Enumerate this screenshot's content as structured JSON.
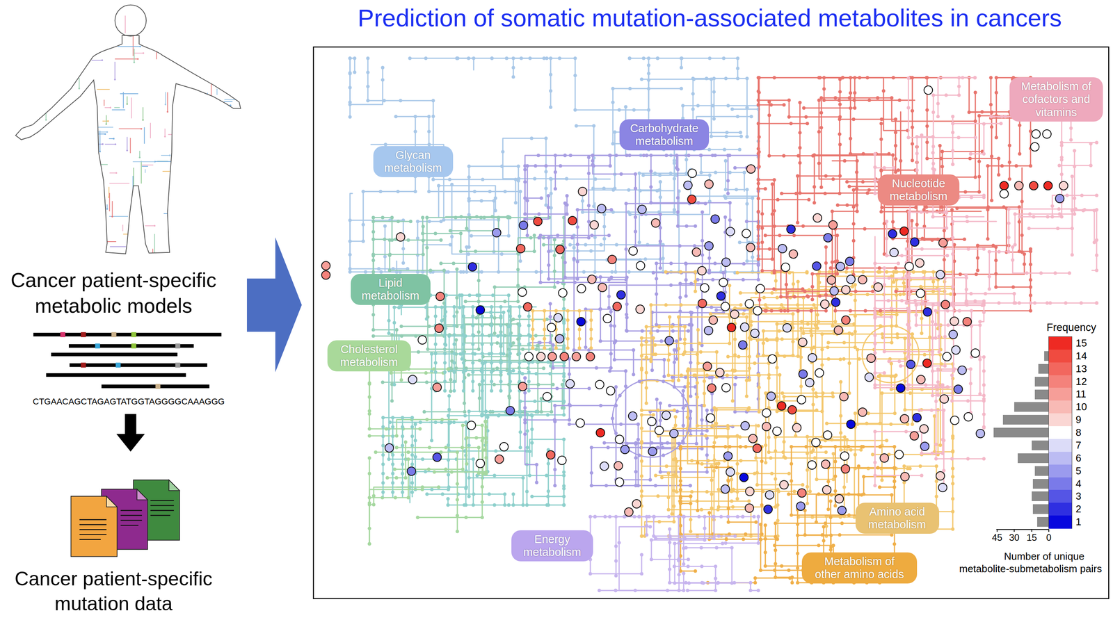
{
  "diagram": {
    "title": "Prediction of somatic mutation-associated metabolites in cancers",
    "nodes": [
      {
        "text": [
          "Metabolism of cofactors and vitamins"
        ]
      },
      {
        "text": [
          "Carbohydrate metabolism"
        ]
      },
      {
        "text": [
          "Glycan metabolism"
        ]
      },
      {
        "text": [
          "Nucleotide metabolism"
        ]
      },
      {
        "text": [
          "Lipid metabolism"
        ]
      },
      {
        "text": [
          "Cholesterol metabolism"
        ]
      },
      {
        "text": [
          "Amino acid metabolism"
        ]
      },
      {
        "text": [
          "Energy metabolism"
        ]
      },
      {
        "text": [
          "Metabolism of other amino acids"
        ]
      }
    ],
    "labels": [
      "Cancer patient-specific metabolic models",
      "CTGAACAGCTAGAGTATGGTAGGGGCAAAGGG",
      "Cancer patient-specific mutation data",
      "Frequency",
      "45",
      "30",
      "15",
      "0",
      "Number of unique metabolite-submetabolism pairs"
    ],
    "legend": [
      {
        "text": "15",
        "color": "#ee2a23"
      },
      {
        "text": "14",
        "color": "#f04b40"
      },
      {
        "text": "13",
        "color": "#f2675e"
      },
      {
        "text": "12",
        "color": "#f4827b"
      },
      {
        "text": "11",
        "color": "#f69e98"
      },
      {
        "text": "10",
        "color": "#f8bab5"
      },
      {
        "text": "9",
        "color": "#fad6d3"
      },
      {
        "text": "8",
        "color": "#ffffff"
      },
      {
        "text": "7",
        "color": "#dcdcf8"
      },
      {
        "text": "6",
        "color": "#bcbcf3"
      },
      {
        "text": "5",
        "color": "#9b9bee"
      },
      {
        "text": "4",
        "color": "#7a7ae9"
      },
      {
        "text": "3",
        "color": "#5555e5"
      },
      {
        "text": "2",
        "color": "#2f2fe1"
      },
      {
        "text": "1",
        "color": "#0808de"
      }
    ]
  }
}
